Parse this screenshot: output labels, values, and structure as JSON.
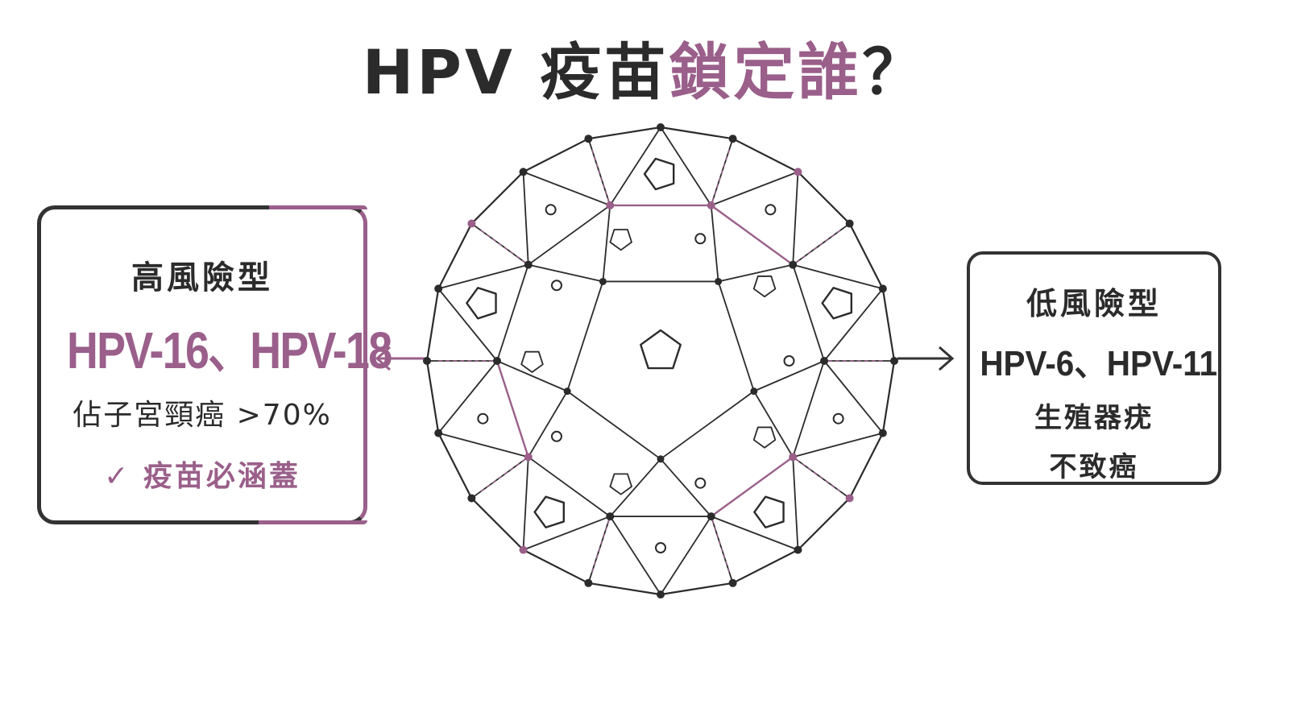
{
  "title": {
    "main": "HPV 疫苗",
    "accent": "鎖定誰",
    "end": "？"
  },
  "high_risk": {
    "label": "高風險型",
    "types": "HPV-16、HPV-18",
    "description": "佔子宮頸癌 >70%",
    "check_icon": "check-icon",
    "note": "疫苗必涵蓋"
  },
  "low_risk": {
    "label": "低風險型",
    "types": "HPV-6、HPV-11",
    "line1": "生殖器疣",
    "line2": "不致癌"
  },
  "colors": {
    "accent": "#9a5f8a",
    "ink": "#2b2b2b"
  }
}
